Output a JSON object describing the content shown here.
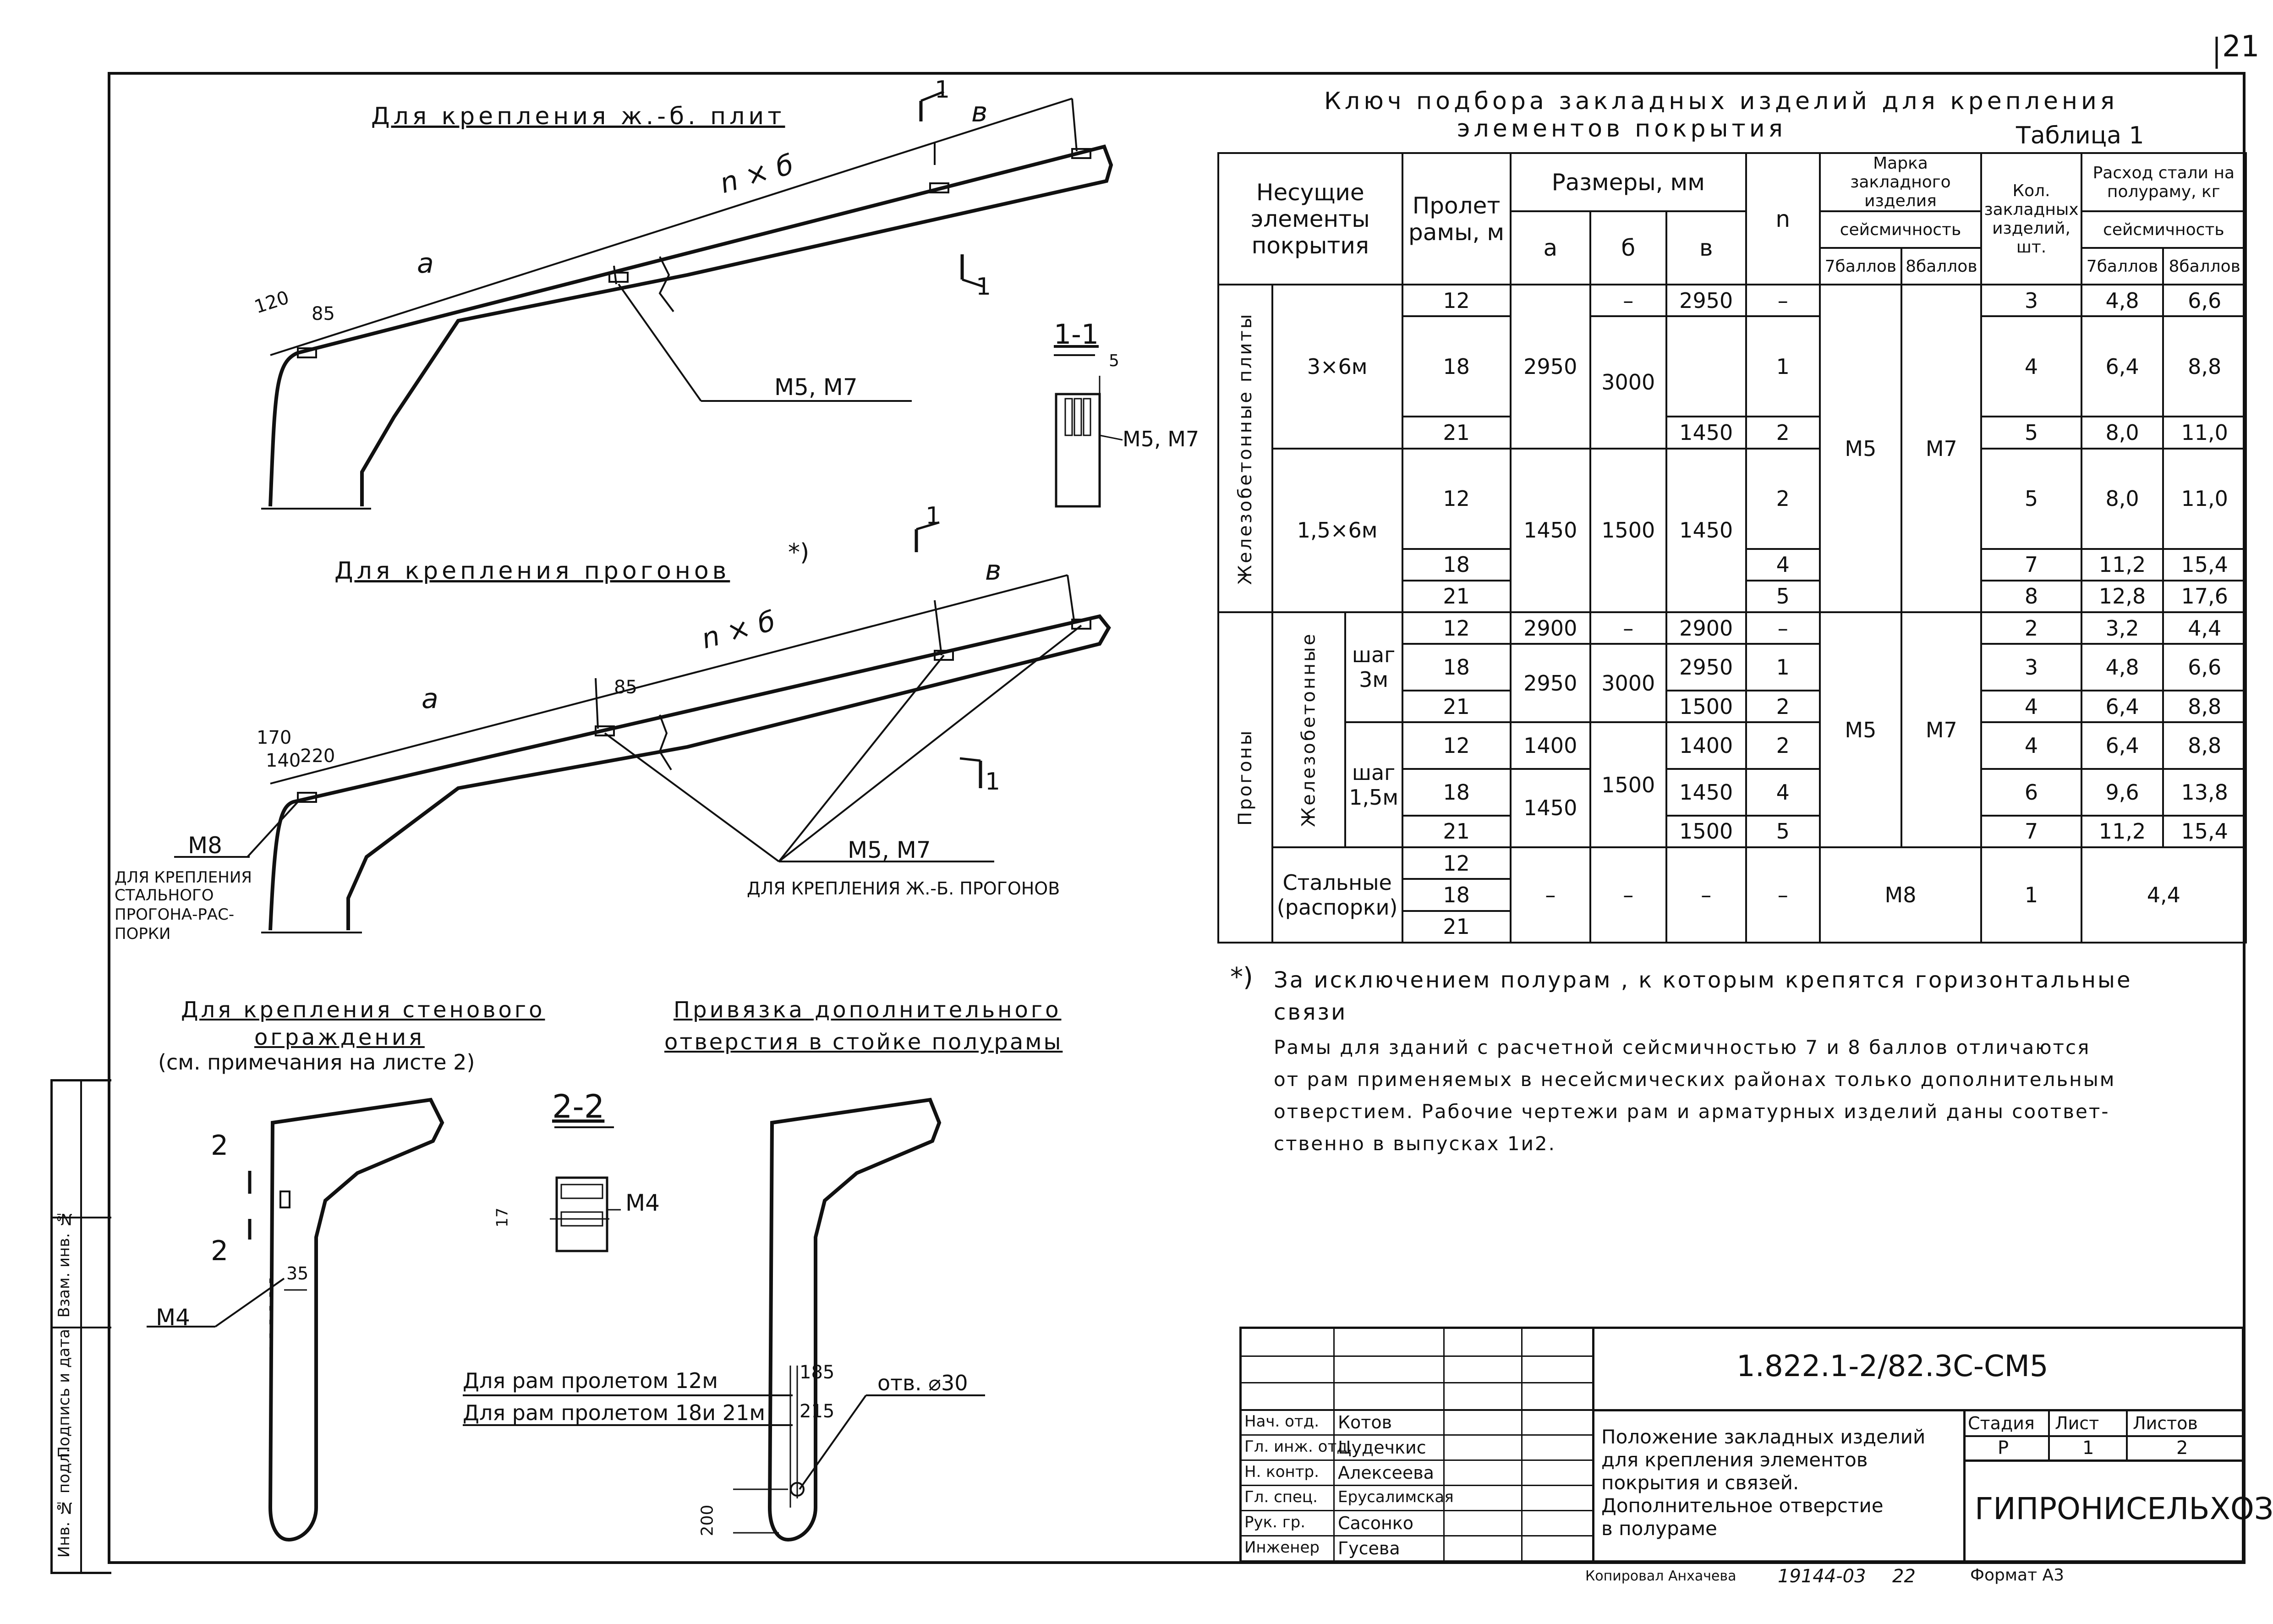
{
  "sheet_number": "21",
  "drawing_a": {
    "title": "Для крепления ж.-б. плит",
    "label_a": "a",
    "label_nxb": "n × б",
    "label_v": "в",
    "dim_120": "120",
    "dim_85": "85",
    "callout": "М5, М7",
    "section_mark": "1"
  },
  "section_1_1": {
    "title": "1-1",
    "dim": "5",
    "callout": "М5, М7"
  },
  "drawing_b": {
    "title": "Для крепления прогонов",
    "footnote_mark": "*)",
    "label_a": "a",
    "label_nxb": "n × б",
    "label_v": "в",
    "dim_170": "170",
    "dim_140": "140",
    "dim_220": "220",
    "dim_85": "85",
    "callout_m5m7": "М5, М7",
    "callout_m5m7_note": "ДЛЯ КРЕПЛЕНИЯ Ж.-Б. ПРОГОНОВ",
    "callout_m8": "М8",
    "callout_m8_note": [
      "ДЛЯ КРЕПЛЕНИЯ",
      "СТАЛЬНОГО",
      "ПРОГОНА-РАС-",
      "ПОРКИ"
    ],
    "section_mark": "1"
  },
  "drawing_c": {
    "title_line1": "Для крепления стенового",
    "title_line2": "ограждения",
    "title_line3": "(см. примечания на листе 2)",
    "section_mark": "2",
    "dim_35": "35",
    "callout": "М4"
  },
  "section_2_2": {
    "title": "2-2",
    "dim": "17",
    "callout": "М4"
  },
  "drawing_d": {
    "title_line1": "Привязка дополнительного",
    "title_line2": "отверстия в стойке полурамы",
    "row1_label": "Для рам пролетом 12м",
    "row1_dim": "185",
    "row2_label": "Для рам пролетом 18и 21м",
    "row2_dim": "215",
    "dim_200": "200",
    "hole": "отв. ⌀30"
  },
  "table": {
    "title_line1": "Ключ подбора закладных изделий для крепления",
    "title_line2": "элементов покрытия",
    "table_label": "Таблица 1",
    "headers": {
      "elements": "Несущие элементы покрытия",
      "span": "Пролет рамы, м",
      "sizes": "Размеры, мм",
      "a": "а",
      "b": "б",
      "v": "в",
      "n": "n",
      "mark": "Марка закладного изделия",
      "seismic": "сейсмичность",
      "7b": "7баллов",
      "8b": "8баллов",
      "qty": "Кол. закладных изделий, шт.",
      "steel": "Расход стали на полураму, кг",
      "seismic2": "сейсмичность",
      "7b2": "7баллов",
      "8b2": "8баллов"
    },
    "group_plates": "Железобетонные плиты",
    "group_purlins": "Прогоны",
    "sub_rc_purlins": "Железобетонные",
    "plate_3x6": "3×6м",
    "plate_15x6": "1,5×6м",
    "step_3": "шаг 3м",
    "step_15": "шаг 1,5м",
    "steel_struts": "Стальные (распорки)",
    "rows": [
      {
        "span": "12",
        "a": "2950",
        "b": "–",
        "v": "2950",
        "n": "–",
        "qty": "3",
        "s7": "4,8",
        "s8": "6,6"
      },
      {
        "span": "18",
        "a": "",
        "b": "3000",
        "v": "",
        "n": "1",
        "qty": "4",
        "s7": "6,4",
        "s8": "8,8"
      },
      {
        "span": "21",
        "a": "",
        "b": "",
        "v": "1450",
        "n": "2",
        "qty": "5",
        "s7": "8,0",
        "s8": "11,0"
      },
      {
        "span": "12",
        "a": "",
        "b": "",
        "v": "",
        "n": "2",
        "qty": "5",
        "s7": "8,0",
        "s8": "11,0"
      },
      {
        "span": "18",
        "a": "1450",
        "b": "1500",
        "v": "1450",
        "n": "4",
        "qty": "7",
        "s7": "11,2",
        "s8": "15,4"
      },
      {
        "span": "21",
        "a": "",
        "b": "",
        "v": "",
        "n": "5",
        "qty": "8",
        "s7": "12,8",
        "s8": "17,6"
      },
      {
        "span": "12",
        "a": "2900",
        "b": "–",
        "v": "2900",
        "n": "–",
        "qty": "2",
        "s7": "3,2",
        "s8": "4,4"
      },
      {
        "span": "18",
        "a": "2950",
        "b": "3000",
        "v": "2950",
        "n": "1",
        "qty": "3",
        "s7": "4,8",
        "s8": "6,6"
      },
      {
        "span": "21",
        "a": "",
        "b": "",
        "v": "1500",
        "n": "2",
        "qty": "4",
        "s7": "6,4",
        "s8": "8,8"
      },
      {
        "span": "12",
        "a": "1400",
        "b": "",
        "v": "1400",
        "n": "2",
        "qty": "4",
        "s7": "6,4",
        "s8": "8,8"
      },
      {
        "span": "18",
        "a": "1450",
        "b": "1500",
        "v": "1450",
        "n": "4",
        "qty": "6",
        "s7": "9,6",
        "s8": "13,8"
      },
      {
        "span": "21",
        "a": "",
        "b": "",
        "v": "1500",
        "n": "5",
        "qty": "7",
        "s7": "11,2",
        "s8": "15,4"
      }
    ],
    "mark_m5": "М5",
    "mark_m7": "М7",
    "mark_m5_b": "М5",
    "mark_m7_b": "М7",
    "steel_spans": [
      "12",
      "18",
      "21"
    ],
    "steel_dash": "–",
    "steel_mark": "М8",
    "steel_qty": "1",
    "steel_mass": "4,4"
  },
  "notes": {
    "star_mark": "*)",
    "star_line1": "За исключением полурам , к которым крепятся горизонтальные",
    "star_line2": "связи",
    "p_line1": "Рамы для зданий с расчетной сейсмичностью 7 и 8 баллов отличаются",
    "p_line2": "от рам применяемых в несейсмических районах только дополнительным",
    "p_line3": "отверстием. Рабочие чертежи рам и арматурных изделий даны соответ-",
    "p_line4": "ственно в выпусках 1и2."
  },
  "left_strip": {
    "c1": "Взам. инв. №",
    "c2": "Подпись и дата",
    "c3": "Инв. № подл."
  },
  "title_block": {
    "code": "1.822.1-2/82.3С-СМ5",
    "people": [
      {
        "role": "Нач. отд.",
        "name": "Котов"
      },
      {
        "role": "Гл. инж. отд.",
        "name": "Цудечкис"
      },
      {
        "role": "Н. контр.",
        "name": "Алексеева"
      },
      {
        "role": "Гл. спец.",
        "name": "Ерусалимская"
      },
      {
        "role": "Рук. гр.",
        "name": "Сасонко"
      },
      {
        "role": "Инженер",
        "name": "Гусева"
      }
    ],
    "title_lines": [
      "Положение закладных изделий",
      "для крепления элементов",
      "покрытия и связей.",
      "Дополнительное отверстие",
      "в полураме"
    ],
    "stage_h": "Стадия",
    "sheet_h": "Лист",
    "sheets_h": "Листов",
    "stage": "Р",
    "sheet": "1",
    "sheets": "2",
    "org": "ГИПРОНИСЕЛЬХОЗ"
  },
  "footer": {
    "copied": "Копировал Анхачева",
    "order": "19144-03",
    "page": "22",
    "format": "Формат А3"
  }
}
